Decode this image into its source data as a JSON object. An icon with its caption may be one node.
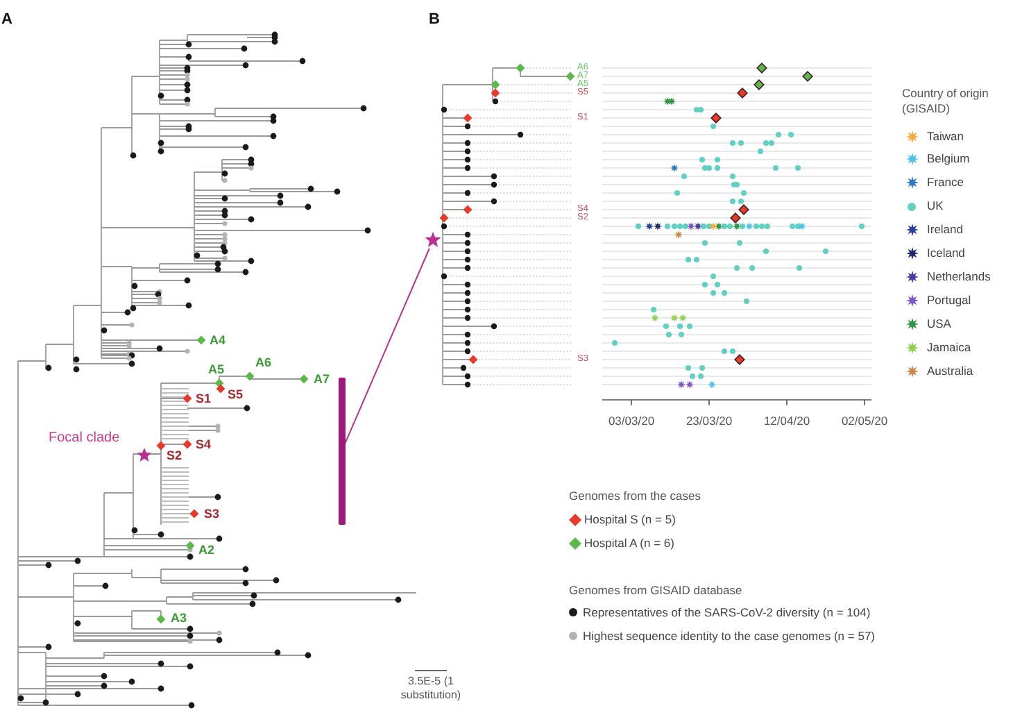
{
  "diagram": {
    "nodes": [
      {
        "text": [],
        "shape": "bar"
      },
      {
        "text": [],
        "shape": "star"
      }
    ],
    "edges": [
      {
        "from": 0,
        "to": 1,
        "arrow": "none"
      }
    ],
    "labels": [
      "A",
      "B",
      "A4",
      "A5",
      "A6",
      "A7",
      "S5",
      "S1",
      "Focal clade",
      "S2",
      "S4",
      "S3",
      "A2",
      "A3",
      "A6",
      "A7",
      "A5",
      "S5",
      "S1",
      "S4",
      "S2",
      "S3",
      "Country of origin (GISAID)",
      "03/03/20",
      "23/03/20",
      "12/04/20",
      "02/05/20",
      "Genomes from the cases",
      "Genomes from GISAID database",
      "3.5E-5 (1 substitution)"
    ],
    "legend": [
      {
        "text": "Taiwan",
        "color": "#f4a93a"
      },
      {
        "text": "Belgium",
        "color": "#4cc4ea"
      },
      {
        "text": "France",
        "color": "#2f78c4"
      },
      {
        "text": "UK",
        "color": "#5fd0c2"
      },
      {
        "text": "Ireland",
        "color": "#2a3f9e"
      },
      {
        "text": "Iceland",
        "color": "#1d2a72"
      },
      {
        "text": "Netherlands",
        "color": "#4b3ba6"
      },
      {
        "text": "Portugal",
        "color": "#7d55c8"
      },
      {
        "text": "USA",
        "color": "#2e9440"
      },
      {
        "text": "Jamaica",
        "color": "#8fd150"
      },
      {
        "text": "Australia",
        "color": "#c88a52"
      },
      {
        "text": "Hospital S (n = 5)",
        "color": "#e63b2a"
      },
      {
        "text": "Hospital A (n = 6)",
        "color": "#5cb84a"
      },
      {
        "text": "Representatives of the SARS-CoV-2 diversity (n = 104)",
        "color": "#1a1a1a"
      },
      {
        "text": "Highest sequence identity to the case genomes (n = 57)",
        "color": "#b3b3b3"
      }
    ]
  }
}
